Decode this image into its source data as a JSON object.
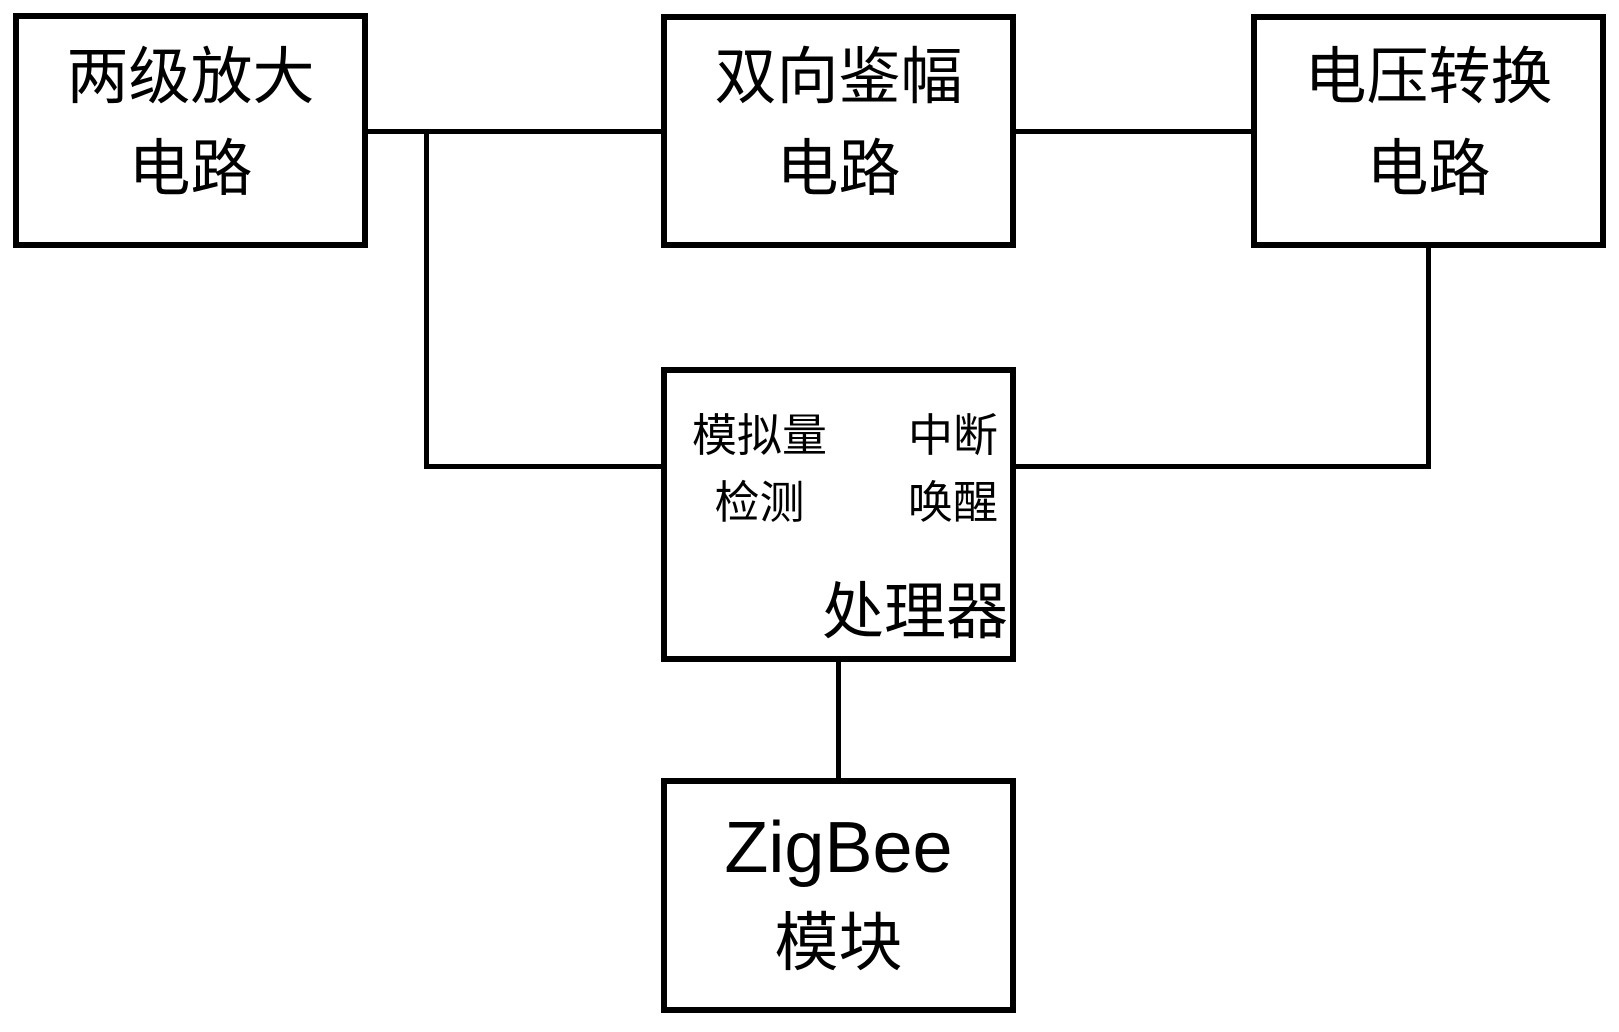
{
  "colors": {
    "background": "#ffffff",
    "line": "#000000",
    "text": "#000000"
  },
  "boxes": {
    "amplifier": {
      "line1": "两级放大",
      "line2": "电路"
    },
    "discriminator": {
      "line1": "双向鉴幅",
      "line2": "电路"
    },
    "converter": {
      "line1": "电压转换",
      "line2": "电路"
    },
    "processor": {
      "analog_port_line1": "模拟量",
      "analog_port_line2": "检测",
      "interrupt_port_line1": "中断",
      "interrupt_port_line2": "唤醒",
      "title": "处理器"
    },
    "zigbee": {
      "line1": "ZigBee",
      "line2": "模块"
    }
  }
}
